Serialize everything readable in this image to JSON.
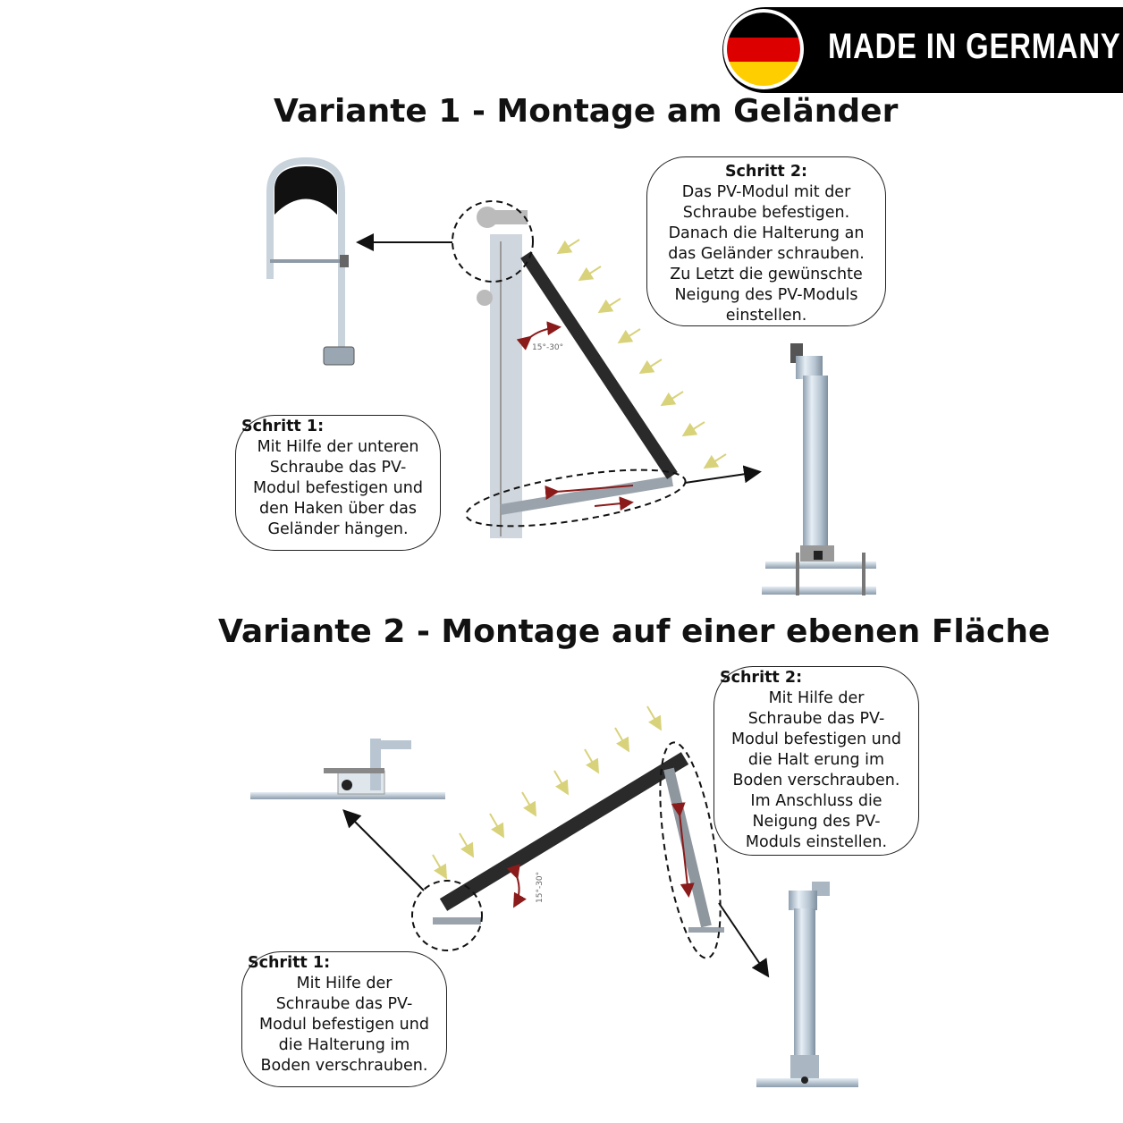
{
  "badge": {
    "text": "MADE IN GERMANY",
    "flag_colors": [
      "#000000",
      "#dd0000",
      "#ffce00"
    ]
  },
  "variant1": {
    "title": "Variante 1 - Montage am Geländer",
    "angle_label": "15°-30°",
    "step1": {
      "heading": "Schritt 1:",
      "text": "Mit Hilfe der unteren\nSchraube das PV-\nModul befestigen und\nden Haken über das\nGeländer hängen."
    },
    "step2": {
      "heading": "Schritt 2:",
      "text": "Das PV-Modul mit der\nSchraube befestigen.\nDanach die Halterung an\ndas Geländer schrauben.\nZu Letzt die gewünschte\nNeigung des PV-Moduls\neinstellen."
    }
  },
  "variant2": {
    "title": "Variante 2 - Montage auf einer ebenen Fläche",
    "angle_label": "15°-30°",
    "step1": {
      "heading": "Schritt 1:",
      "text": "Mit Hilfe der\nSchraube das PV-\nModul befestigen und\ndie Halterung im\nBoden verschrauben."
    },
    "step2": {
      "heading": "Schritt 2:",
      "text": "Mit Hilfe der\nSchraube das PV-\nModul befestigen und\ndie Halt  erung im\nBoden verschrauben.\nIm Anschluss die\nNeigung des PV-\nModuls einstellen."
    }
  },
  "colors": {
    "panel": "#2a2a2a",
    "metal": "#b9c6d2",
    "sun_arrow": "#d8d27a",
    "angle_arrow": "#8b1a1a"
  }
}
